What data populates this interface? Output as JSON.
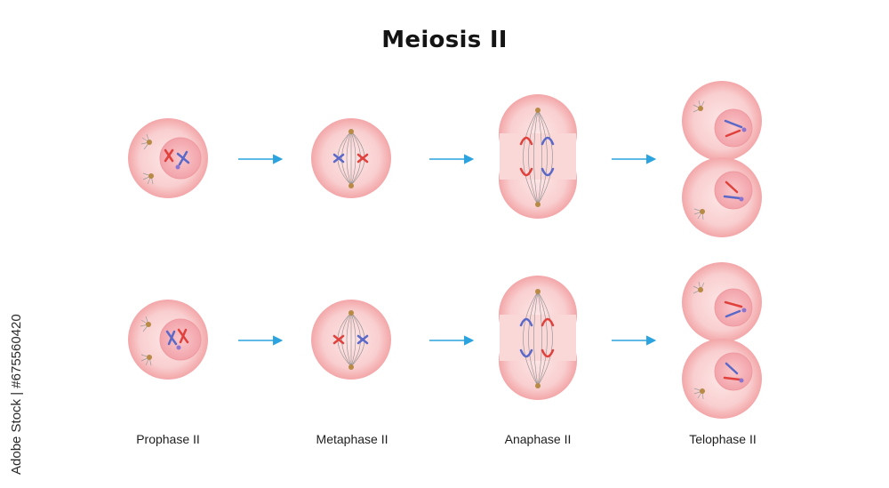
{
  "title": "Meiosis II",
  "stages": [
    {
      "id": "prophase",
      "label": "Prophase II"
    },
    {
      "id": "metaphase",
      "label": "Metaphase II"
    },
    {
      "id": "anaphase",
      "label": "Anaphase II"
    },
    {
      "id": "telophase",
      "label": "Telophase II"
    }
  ],
  "side_label": "Adobe Stock | #675560420",
  "colors": {
    "cell_edge": "#f3a6a8",
    "cell_fill": "#fbd9d9",
    "nucleus_fill": "#f7b9bd",
    "nucleus_edge": "#ef9aa1",
    "chromosome_red": "#e0413c",
    "chromosome_blue": "#5a68c8",
    "nucleolus": "#8a74d0",
    "centrosome": "#b78a45",
    "spindle": "#8e8e8e",
    "arrow": "#2aa3de"
  }
}
